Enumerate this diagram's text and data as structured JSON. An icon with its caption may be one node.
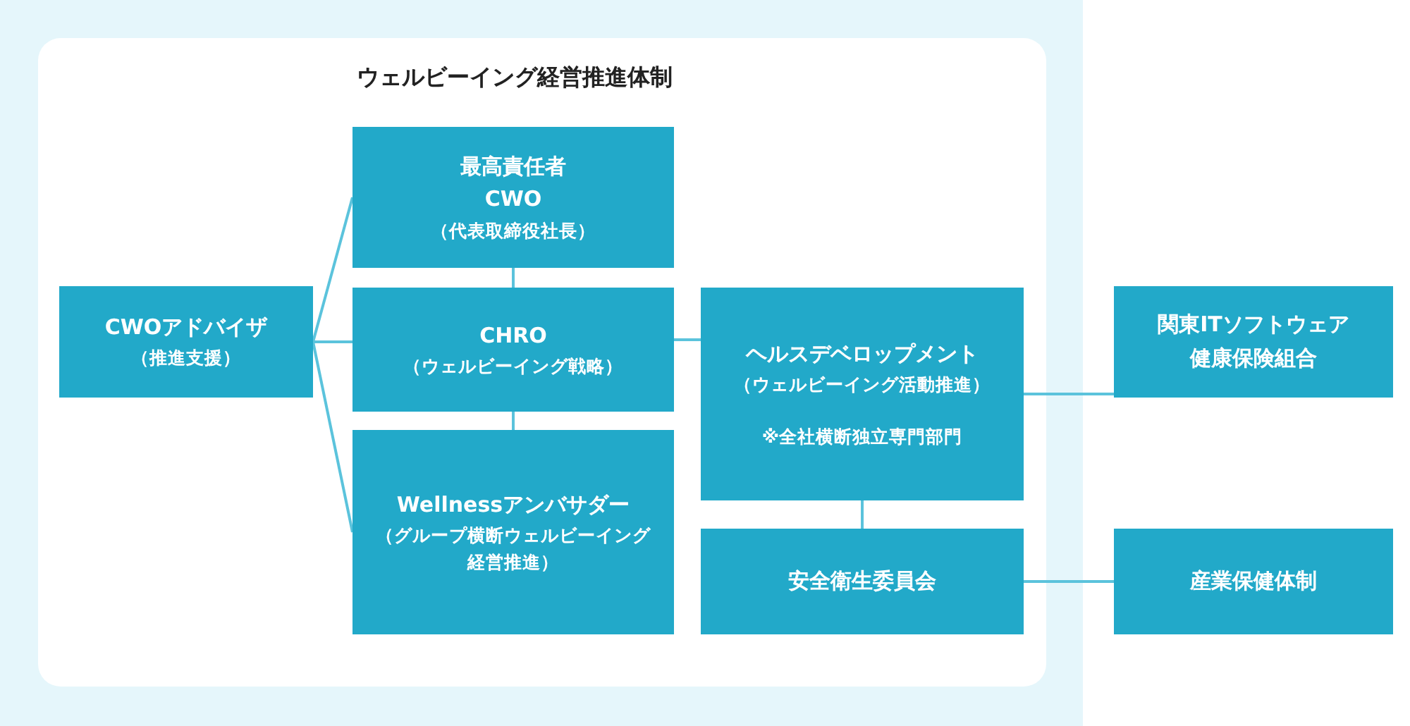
{
  "diagram": {
    "title": "ウェルビーイング経営推進体制",
    "nodes": [
      {
        "text": [
          "CWOアドバイザ",
          "（推進支援）"
        ]
      },
      {
        "text": [
          "最高責任者",
          "CWO",
          "（代表取締役社長）"
        ]
      },
      {
        "text": [
          "CHRO",
          "（ウェルビーイング戦略）"
        ]
      },
      {
        "text": [
          "Wellnessアンバサダー",
          "（グループ横断ウェルビーイング経営推進）"
        ]
      },
      {
        "text": [
          "ヘルスデベロップメント",
          "（ウェルビーイング活動推進）",
          "※全社横断独立専門部門"
        ]
      },
      {
        "text": [
          "安全衛生委員会"
        ]
      },
      {
        "text": [
          "関東ITソフトウェア健康保険組合"
        ]
      },
      {
        "text": [
          "産業保健体制"
        ]
      }
    ],
    "edges": [
      {
        "from": 0,
        "to": 1,
        "arrow": "none"
      },
      {
        "from": 0,
        "to": 2,
        "arrow": "none"
      },
      {
        "from": 0,
        "to": 3,
        "arrow": "none"
      },
      {
        "from": 1,
        "to": 2,
        "arrow": "none"
      },
      {
        "from": 2,
        "to": 3,
        "arrow": "none"
      },
      {
        "from": 2,
        "to": 4,
        "arrow": "none"
      },
      {
        "from": 4,
        "to": 6,
        "arrow": "none"
      },
      {
        "from": 4,
        "to": 5,
        "arrow": "none"
      },
      {
        "from": 5,
        "to": 7,
        "arrow": "none"
      }
    ]
  }
}
